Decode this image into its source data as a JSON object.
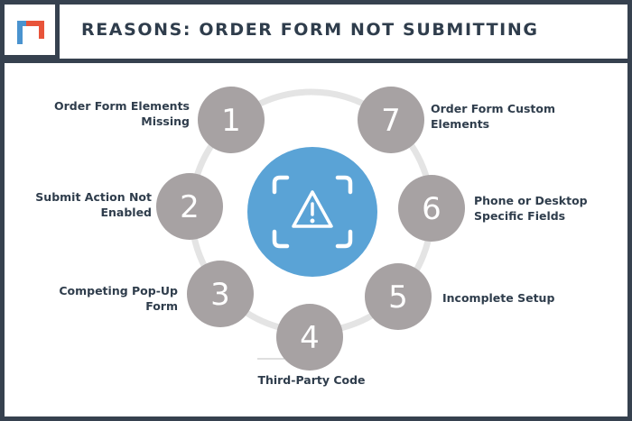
{
  "header": {
    "title": "REASONS: ORDER FORM NOT SUBMITTING",
    "logo_icon": "bracket-logo-icon"
  },
  "center": {
    "icon": "warning-triangle-icon"
  },
  "colors": {
    "frame": "#36414f",
    "circle": "#a7a2a3",
    "ring": "#e4e4e4",
    "center": "#5aa3d6",
    "text": "#2f3d4c",
    "logo_red": "#e8543a",
    "logo_blue": "#4a93cf"
  },
  "reasons": [
    {
      "number": "1",
      "label": "Order Form Elements Missing"
    },
    {
      "number": "2",
      "label": "Submit Action Not Enabled"
    },
    {
      "number": "3",
      "label": "Competing Pop-Up Form"
    },
    {
      "number": "4",
      "label": "Third-Party Code"
    },
    {
      "number": "5",
      "label": "Incomplete Setup"
    },
    {
      "number": "6",
      "label": "Phone or Desktop Specific Fields"
    },
    {
      "number": "7",
      "label": "Order Form Custom Elements"
    }
  ]
}
